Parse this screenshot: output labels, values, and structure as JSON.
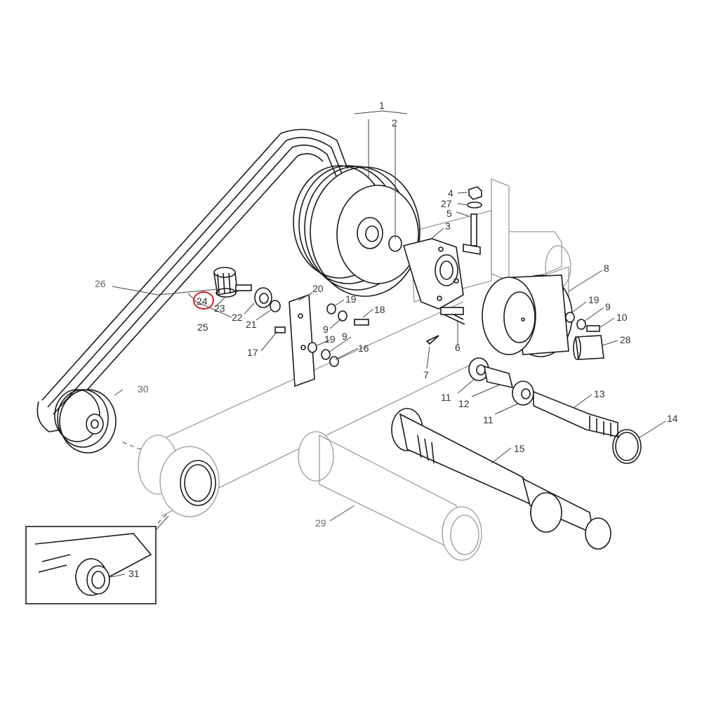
{
  "callouts": {
    "c1": "1",
    "c2": "2",
    "c3": "3",
    "c4": "4",
    "c5": "5",
    "c6": "6",
    "c7": "7",
    "c8": "8",
    "c9a": "9",
    "c9b": "9",
    "c9c": "9",
    "c10": "10",
    "c11a": "11",
    "c11b": "11",
    "c12": "12",
    "c13": "13",
    "c14": "14",
    "c15": "15",
    "c16": "16",
    "c17": "17",
    "c18": "18",
    "c19a": "19",
    "c19b": "19",
    "c19c": "19",
    "c20": "20",
    "c21": "21",
    "c22": "22",
    "c23": "23",
    "c24": "24",
    "c25": "25",
    "c26": "26",
    "c27": "27",
    "c28": "28",
    "c29": "29",
    "c30": "30",
    "c31": "31"
  },
  "highlight": {
    "part": "24",
    "color": "#d0202a"
  },
  "colors": {
    "ink": "#1a1a1a",
    "ghost": "#9a9a9a",
    "label": "#333333"
  }
}
